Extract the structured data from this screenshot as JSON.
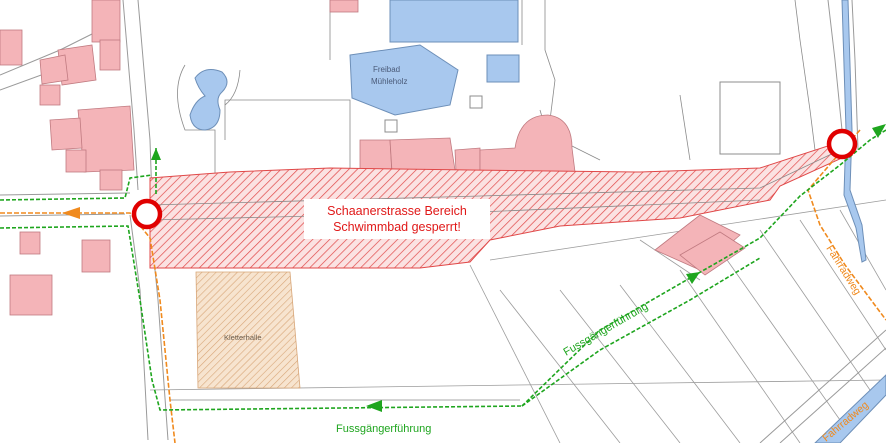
{
  "labels": {
    "freibad_line1": "Freibad",
    "freibad_line2": "Mühleholz",
    "kletterhalle": "Kletterhalle",
    "closure_line1": "Schaanerstrasse Bereich",
    "closure_line2": "Schwimmbad gesperrt!",
    "footpath_diagonal": "Fussgängerführung",
    "footpath_bottom": "Fussgängerführung",
    "bikepath_upper": "Fahrradweg",
    "bikepath_lower": "Fahrradweg"
  },
  "colors": {
    "closure_hatch": "#e04848",
    "closure_text": "#e01818",
    "footpath": "#1ea51e",
    "bikepath": "#f08a1e",
    "building": "#f4b4b8",
    "water": "#a8c8ee",
    "climbing_hall_hatch": "#d8a678"
  }
}
